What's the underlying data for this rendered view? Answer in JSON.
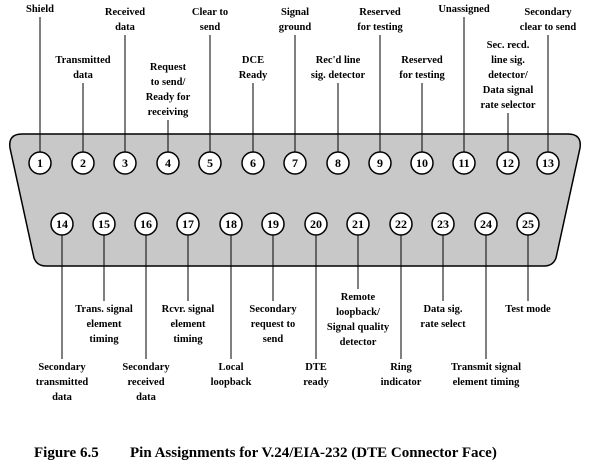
{
  "caption": {
    "figure_number": "Figure 6.5",
    "title": "Pin Assignments for V.24/EIA-232 (DTE Connector Face)"
  },
  "connector": {
    "top_pins": [
      {
        "number": "1",
        "label": [
          "Shield"
        ]
      },
      {
        "number": "2",
        "label": [
          "Transmitted",
          "data"
        ]
      },
      {
        "number": "3",
        "label": [
          "Received",
          "data"
        ]
      },
      {
        "number": "4",
        "label": [
          "Request",
          "to send/",
          "Ready for",
          "receiving"
        ]
      },
      {
        "number": "5",
        "label": [
          "Clear to",
          "send"
        ]
      },
      {
        "number": "6",
        "label": [
          "DCE",
          "Ready"
        ]
      },
      {
        "number": "7",
        "label": [
          "Signal",
          "ground"
        ]
      },
      {
        "number": "8",
        "label": [
          "Rec'd line",
          "sig. detector"
        ]
      },
      {
        "number": "9",
        "label": [
          "Reserved",
          "for testing"
        ]
      },
      {
        "number": "10",
        "label": [
          "Reserved",
          "for testing"
        ]
      },
      {
        "number": "11",
        "label": [
          "Unassigned"
        ]
      },
      {
        "number": "12",
        "label": [
          "Sec. recd.",
          "line sig.",
          "detector/",
          "Data signal",
          "rate selector"
        ]
      },
      {
        "number": "13",
        "label": [
          "Secondary",
          "clear to send"
        ]
      }
    ],
    "bottom_pins": [
      {
        "number": "14",
        "label": [
          "Secondary",
          "transmitted",
          "data"
        ]
      },
      {
        "number": "15",
        "label": [
          "Trans. signal",
          "element",
          "timing"
        ]
      },
      {
        "number": "16",
        "label": [
          "Secondary",
          "received",
          "data"
        ]
      },
      {
        "number": "17",
        "label": [
          "Rcvr. signal",
          "element",
          "timing"
        ]
      },
      {
        "number": "18",
        "label": [
          "Local",
          "loopback"
        ]
      },
      {
        "number": "19",
        "label": [
          "Secondary",
          "request to",
          "send"
        ]
      },
      {
        "number": "20",
        "label": [
          "DTE",
          "ready"
        ]
      },
      {
        "number": "21",
        "label": [
          "Remote",
          "loopback/",
          "Signal quality",
          "detector"
        ]
      },
      {
        "number": "22",
        "label": [
          "Ring",
          "indicator"
        ]
      },
      {
        "number": "23",
        "label": [
          "Data sig.",
          "rate select"
        ]
      },
      {
        "number": "24",
        "label": [
          "Transmit signal",
          "element timing"
        ]
      },
      {
        "number": "25",
        "label": [
          "Test mode"
        ]
      }
    ]
  },
  "colors": {
    "connector_fill": "#c8c8c8",
    "pin_fill": "#ffffff",
    "ink": "#000000"
  }
}
